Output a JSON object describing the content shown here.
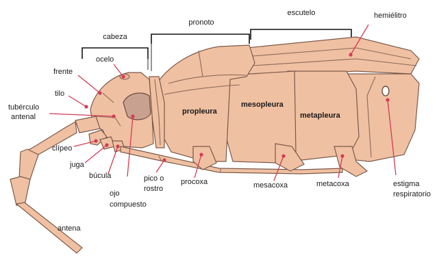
{
  "labels": {
    "cabeza": "cabeza",
    "pronoto": "pronoto",
    "escutelo": "escutelo",
    "hemielitro": "hemiélitro",
    "ocelo": "ocelo",
    "frente": "frente",
    "tilo": "tilo",
    "tuberculo_1": "tubérculo",
    "tuberculo_2": "antenal",
    "clipeo": "clípeo",
    "juga": "juga",
    "bucula": "búcula",
    "ojo_1": "ojo",
    "ojo_2": "compuesto",
    "pico_1": "pico o",
    "pico_2": "rostro",
    "procoxa": "procoxa",
    "mesacoxa": "mesacoxa",
    "metacoxa": "metacoxa",
    "estigma_1": "estigma",
    "estigma_2": "respiratorio",
    "antena": "antena",
    "propleura": "propleura",
    "mesopleura": "mesopleura",
    "metapleura": "metapleura"
  },
  "colors": {
    "body": "#f0c0a2",
    "outline": "#7a5a4a",
    "eye": "#c9a190",
    "leader": "#d43a55"
  }
}
